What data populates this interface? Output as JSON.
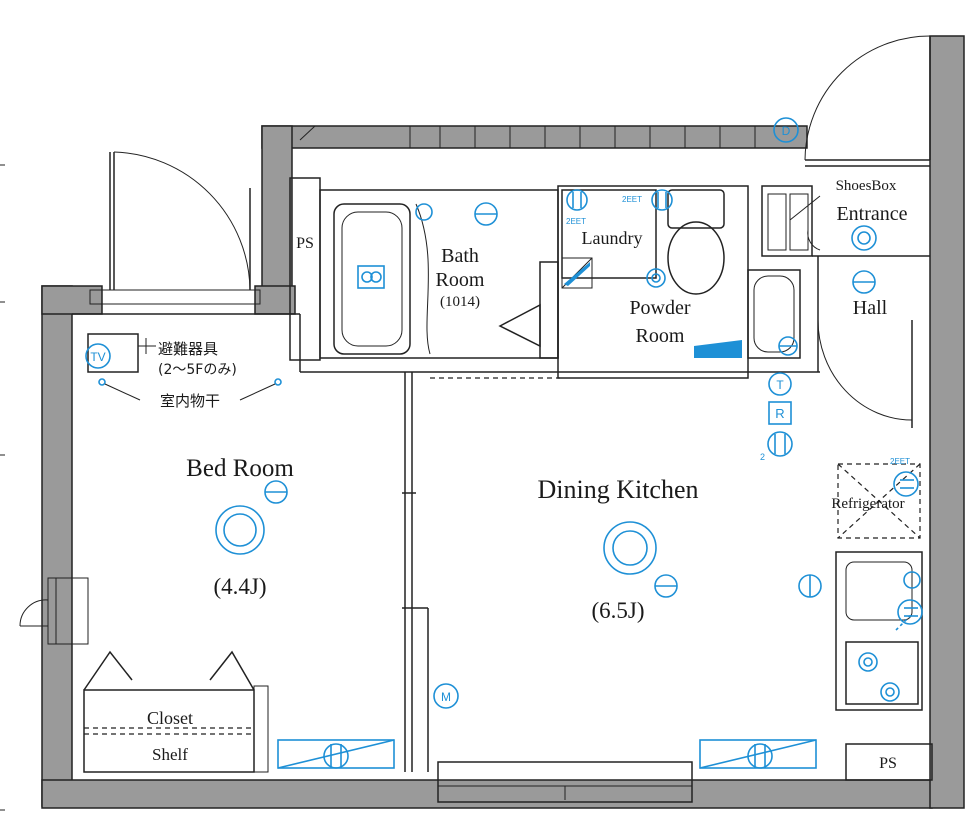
{
  "colors": {
    "wall": "#9a9a9a",
    "line": "#222222",
    "fixture_blue": "#1e90d6",
    "background": "#ffffff"
  },
  "rooms": {
    "bed_room": {
      "name": "Bed Room",
      "size": "(4.4J)"
    },
    "dining_kitchen": {
      "name": "Dining Kitchen",
      "size": "(6.5J)"
    },
    "bath_room": {
      "name_line1": "Bath",
      "name_line2": "Room",
      "size": "(1014)"
    },
    "laundry": {
      "name": "Laundry"
    },
    "powder_room": {
      "name_line1": "Powder",
      "name_line2": "Room"
    },
    "entrance": {
      "name": "Entrance"
    },
    "shoes_box": {
      "name": "ShoesBox"
    },
    "hall": {
      "name": "Hall"
    },
    "refrigerator": {
      "name": "Refrigerator"
    },
    "closet": {
      "name": "Closet"
    },
    "shelf": {
      "name": "Shelf"
    },
    "ps_top": {
      "name": "PS"
    },
    "ps_bottom": {
      "name": "PS"
    }
  },
  "notes": {
    "escape_device": "避難器具",
    "escape_floors": "(2～5Fのみ)",
    "indoor_drying": "室内物干"
  },
  "icons": {
    "tv": "TV",
    "door_phone": "D",
    "thermostat": "T",
    "remote": "R",
    "multimedia": "M",
    "outlet_2eet_a": "2EET",
    "outlet_2eet_b": "2EET",
    "outlet_2eet_c": "2EET",
    "outlet_count": "2"
  }
}
